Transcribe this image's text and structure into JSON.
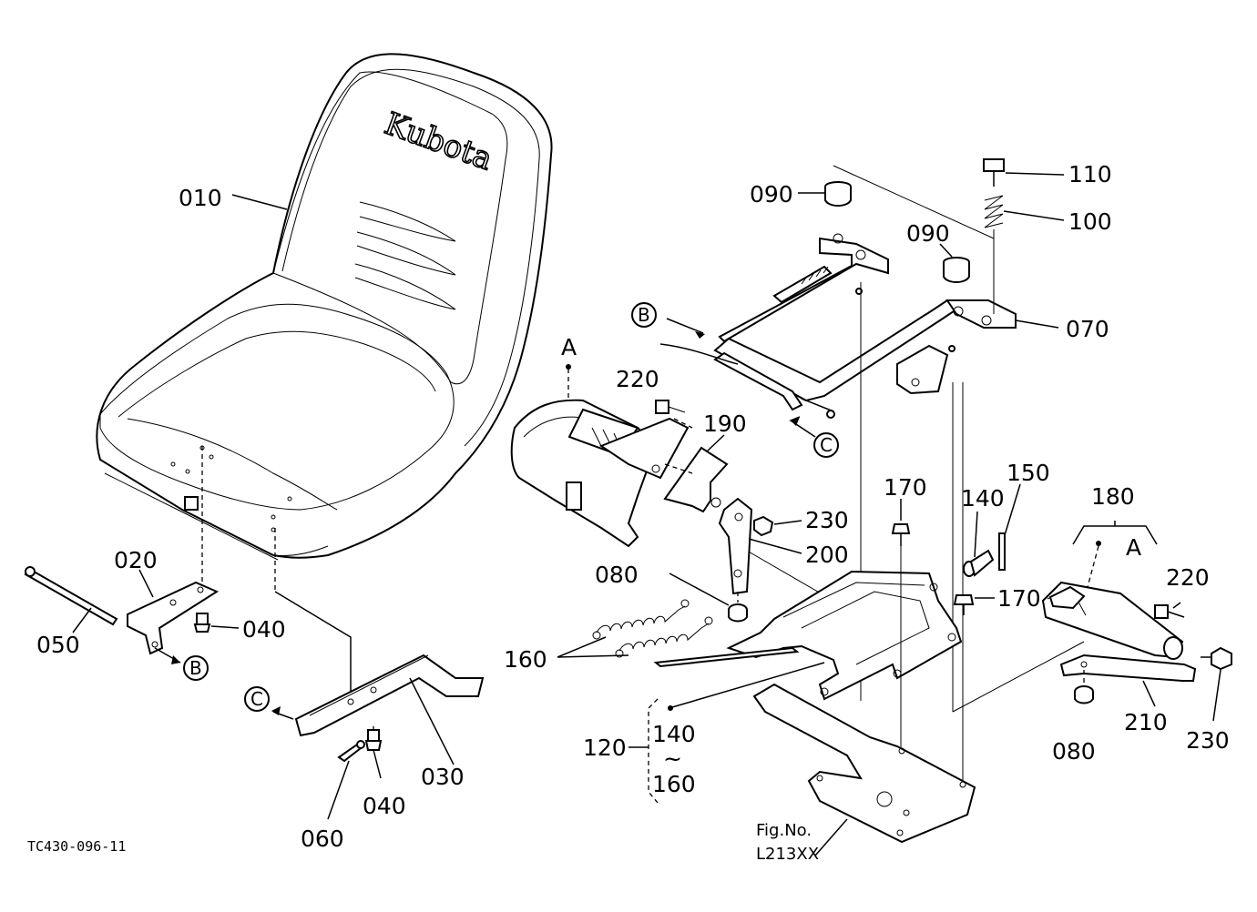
{
  "diagram": {
    "brand_text": "Kubota",
    "drawing_code": "TC430-096-11",
    "figure": {
      "line1": "Fig.No.",
      "line2": "L213XX"
    },
    "callouts": {
      "p010": "010",
      "p020": "020",
      "p030": "030",
      "p040a": "040",
      "p040b": "040",
      "p050": "050",
      "p060": "060",
      "p070": "070",
      "p080a": "080",
      "p080b": "080",
      "p090a": "090",
      "p090b": "090",
      "p100": "100",
      "p110": "110",
      "p120": "120",
      "p140a": "140",
      "p140b": "140",
      "p150": "150",
      "p160a": "160",
      "p160b": "160",
      "p170a": "170",
      "p170b": "170",
      "p180": "180",
      "p190": "190",
      "p200": "200",
      "p210": "210",
      "p220a": "220",
      "p220b": "220",
      "p230a": "230",
      "p230b": "230",
      "tilde": "~"
    },
    "refs": {
      "A1": "A",
      "A2": "A",
      "B1": "B",
      "B2": "B",
      "C1": "C",
      "C2": "C"
    }
  }
}
